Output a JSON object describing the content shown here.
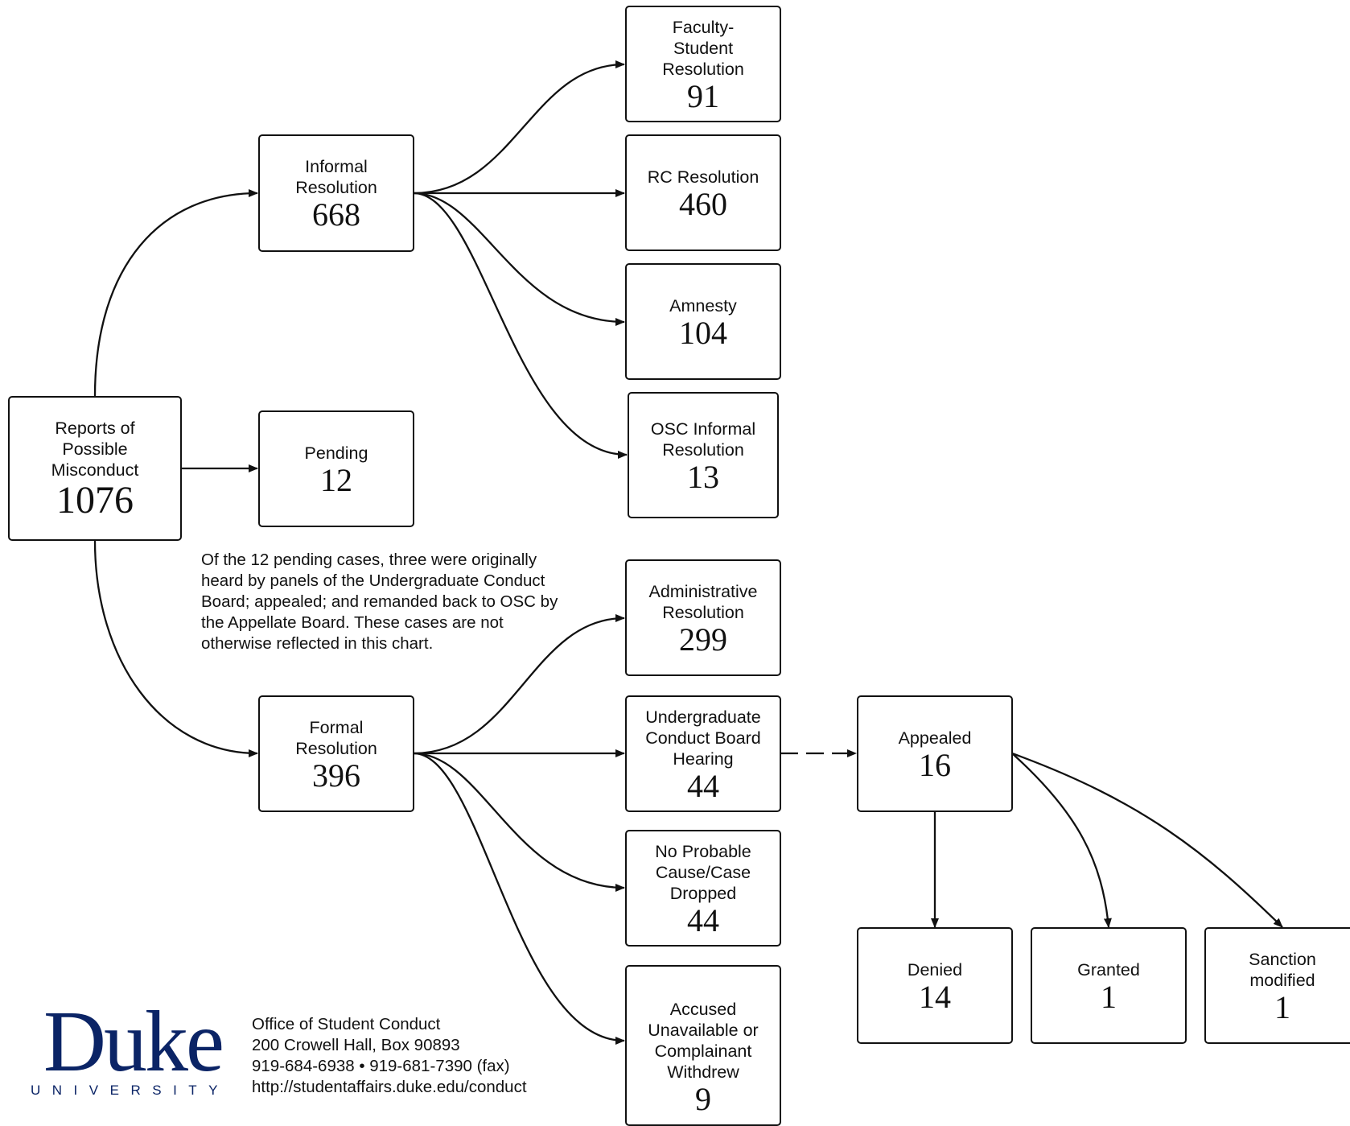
{
  "nodes": {
    "reports": {
      "label": "Reports of\nPossible\nMisconduct",
      "count": "1076"
    },
    "informal": {
      "label": "Informal\nResolution",
      "count": "668"
    },
    "pending": {
      "label": "Pending",
      "count": "12"
    },
    "formal": {
      "label": "Formal\nResolution",
      "count": "396"
    },
    "faculty": {
      "label": "Faculty-\nStudent\nResolution",
      "count": "91"
    },
    "rc": {
      "label": "RC Resolution",
      "count": "460"
    },
    "amnesty": {
      "label": "Amnesty",
      "count": "104"
    },
    "osc_informal": {
      "label": "OSC Informal\nResolution",
      "count": "13"
    },
    "administrative": {
      "label": "Administrative\nResolution",
      "count": "299"
    },
    "ucb": {
      "label": "Undergraduate\nConduct Board\nHearing",
      "count": "44"
    },
    "no_probable": {
      "label": "No Probable\nCause/Case\nDropped",
      "count": "44"
    },
    "accused": {
      "label": "Accused\nUnavailable or\nComplainant\nWithdrew",
      "count": "9"
    },
    "appealed": {
      "label": "Appealed",
      "count": "16"
    },
    "denied": {
      "label": "Denied",
      "count": "14"
    },
    "granted": {
      "label": "Granted",
      "count": "1"
    },
    "sanction": {
      "label": "Sanction\nmodified",
      "count": "1"
    }
  },
  "note": "Of the 12 pending cases, three were originally\nheard by panels of the Undergraduate Conduct\nBoard; appealed; and remanded back to OSC by\nthe Appellate Board.  These cases are not\notherwise reflected in this chart.",
  "logo": {
    "word": "Duke",
    "subtitle": "UNIVERSITY",
    "color": "#0b2466"
  },
  "office": {
    "name": "Office of Student Conduct",
    "address": "200 Crowell Hall, Box 90893",
    "phone": "919-684-6938 • 919-681-7390 (fax)",
    "url": "http://studentaffairs.duke.edu/conduct"
  }
}
